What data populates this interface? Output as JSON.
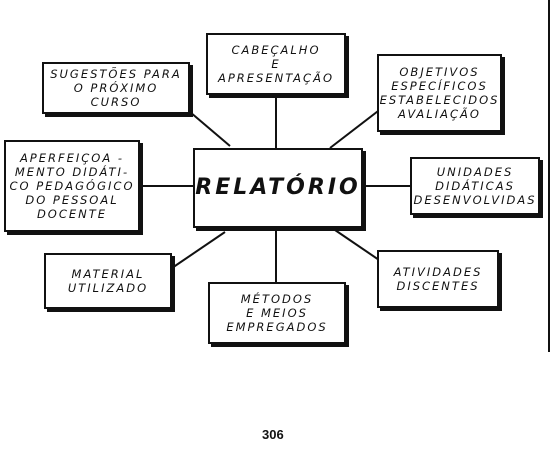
{
  "diagram": {
    "center": "RELATÓRIO",
    "nodes": {
      "cabecalho": "CABEÇALHO\nE\nAPRESENTAÇÃO",
      "objetivos": "OBJETIVOS\nESPECÍFICOS\nESTABELECIDOS\nAVALIAÇÃO",
      "unidades": "UNIDADES\nDIDÁTICAS\nDESENVOLVIDAS",
      "atividades": "ATIVIDADES\nDISCENTES",
      "metodos": "MÉTODOS\nE MEIOS\nEMPREGADOS",
      "material": "MATERIAL\nUTILIZADO",
      "aperfeicoamento": "APERFEIÇOA -\nMENTO DIDÁTI-\nCO PEDAGÓGICO\nDO PESSOAL\nDOCENTE",
      "sugestoes": "SUGESTÕES PARA\nO PRÓXIMO\nCURSO"
    }
  },
  "page_number": "306",
  "colors": {
    "ink": "#111111",
    "paper": "#ffffff"
  }
}
